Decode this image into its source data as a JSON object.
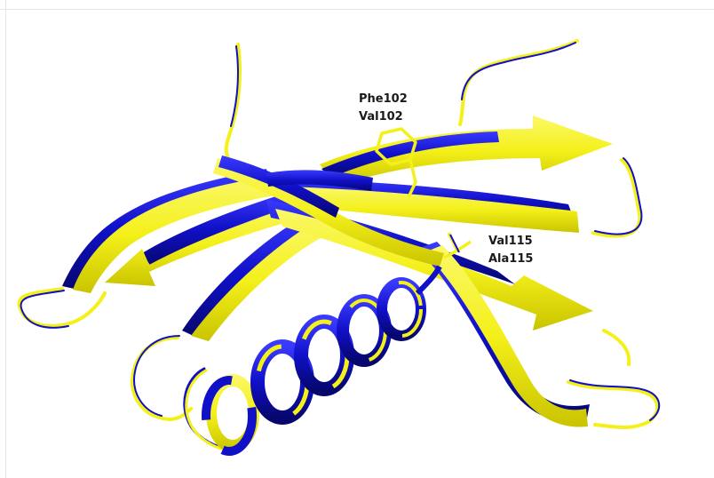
{
  "colors": {
    "structure_a": "#1010c8",
    "structure_b": "#f4f01a",
    "background": "#ffffff",
    "label_text": "#1a1a1a"
  },
  "annotations": {
    "site1_line1": "Phe102",
    "site1_line2": "Val102",
    "site2_line1": "Val115",
    "site2_line2": "Ala115"
  }
}
